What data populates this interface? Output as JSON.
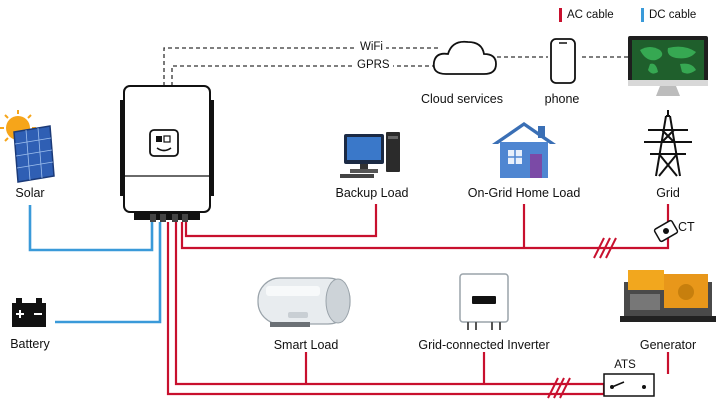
{
  "legend": {
    "ac_label": "AC cable",
    "dc_label": "DC cable",
    "ac_color": "#c8102e",
    "dc_color": "#3a9ad9"
  },
  "links": {
    "wifi": "WiFi",
    "gprs": "GPRS"
  },
  "nodes": {
    "cloud": "Cloud services",
    "phone": "phone",
    "solar": "Solar",
    "battery": "Battery",
    "backup_load": "Backup Load",
    "home_load": "On-Grid Home Load",
    "grid": "Grid",
    "ct": "CT",
    "smart_load": "Smart Load",
    "grid_inverter": "Grid-connected Inverter",
    "generator": "Generator",
    "ats": "ATS"
  },
  "icons": {
    "inverter": "hybrid-inverter-icon",
    "cloud": "cloud-icon",
    "phone": "smartphone-icon",
    "monitor": "monitor-map-icon",
    "sun": "sun-icon",
    "solar_panel": "solar-panel-icon",
    "battery": "battery-icon",
    "computer": "desktop-computer-icon",
    "house": "house-icon",
    "pylon": "power-pylon-icon",
    "water_heater": "water-heater-icon",
    "grid_inverter": "grid-inverter-icon",
    "generator": "generator-icon"
  }
}
